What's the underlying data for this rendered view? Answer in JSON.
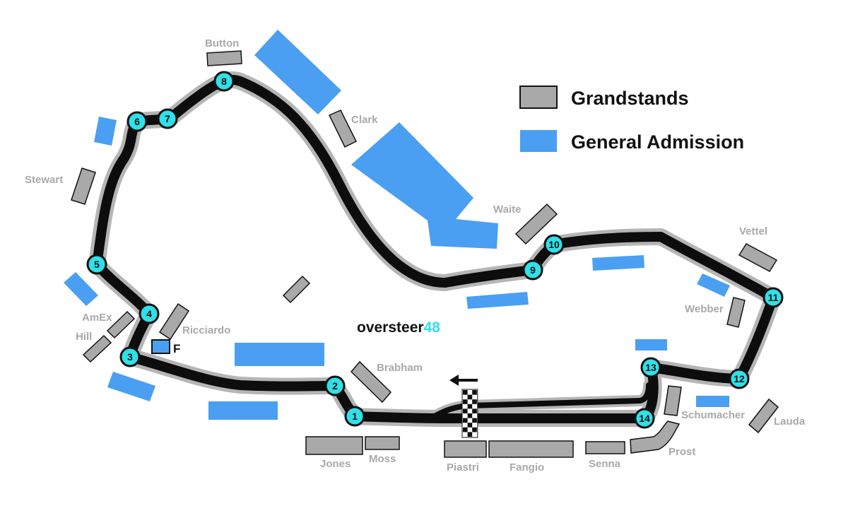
{
  "legend": {
    "grandstands": {
      "label": "Grandstands",
      "color": "#a9a9a9"
    },
    "general_admission": {
      "label": "General Admission",
      "color": "#4a9ff2"
    }
  },
  "brand": {
    "name": "oversteer",
    "number": "48",
    "name_color": "#111111",
    "number_color": "#30e0e8"
  },
  "colors": {
    "track": "#0d0d0d",
    "track_halo": "#b5b5b5",
    "turn_marker": "#30e0e8",
    "grandstand": "#a9a9a9",
    "ga": "#4a9ff2"
  },
  "grandstand_labels": {
    "button": "Button",
    "clark": "Clark",
    "stewart": "Stewart",
    "waite": "Waite",
    "vettel": "Vettel",
    "webber": "Webber",
    "amex": "AmEx",
    "hill": "Hill",
    "ricciardo": "Ricciardo",
    "brabham": "Brabham",
    "jones": "Jones",
    "moss": "Moss",
    "piastri": "Piastri",
    "fangio": "Fangio",
    "senna": "Senna",
    "schumacher": "Schumacher",
    "lauda": "Lauda",
    "prost": "Prost"
  },
  "facility": {
    "first_aid": "F"
  },
  "turns": [
    "1",
    "2",
    "3",
    "4",
    "5",
    "6",
    "7",
    "8",
    "9",
    "10",
    "11",
    "12",
    "13",
    "14"
  ],
  "direction": "counter-clockwise arrow pointing left at start/finish"
}
